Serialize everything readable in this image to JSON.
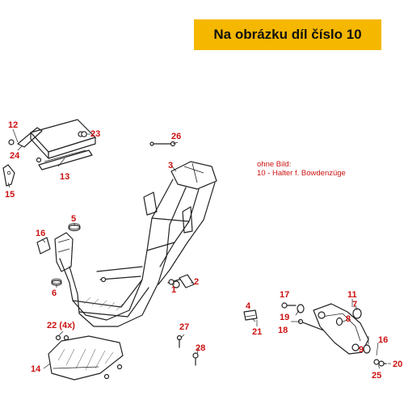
{
  "header": {
    "banner_text": "Na obrázku díl číslo 10",
    "banner_color": "#f5b700"
  },
  "note": {
    "line1": "ohne Bild:",
    "line2": "10 - Halter f. Bowdenzüge"
  },
  "callout_color": "#cc1111",
  "callouts": {
    "c1": "1",
    "c2": "2",
    "c3": "3",
    "c4": "4",
    "c5": "5",
    "c6": "6",
    "c7": "7",
    "c8": "8",
    "c9": "9",
    "c11": "11",
    "c12": "12",
    "c13": "13",
    "c14": "14",
    "c15": "15",
    "c16a": "16",
    "c16b": "16",
    "c17": "17",
    "c18": "18",
    "c19": "19",
    "c20": "20",
    "c21": "21",
    "c22": "22 (4x)",
    "c23": "23",
    "c24": "24",
    "c25": "25",
    "c26": "26",
    "c27": "27",
    "c28": "28"
  }
}
